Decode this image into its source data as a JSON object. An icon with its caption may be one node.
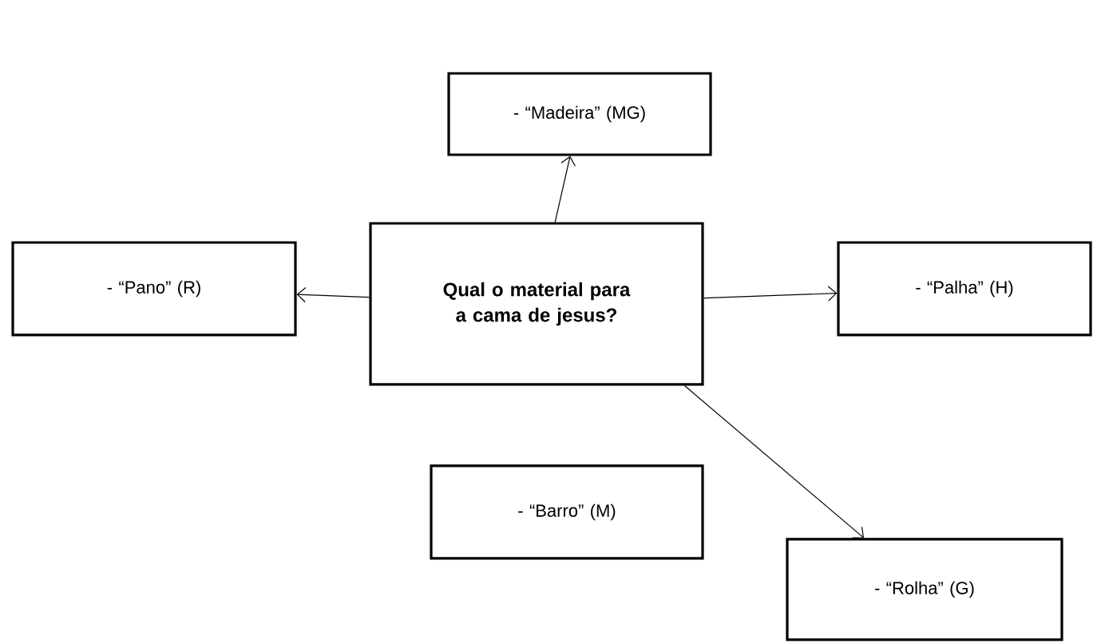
{
  "diagram": {
    "nodes": [
      {
        "text": [
          "Qual o material para a cama de jesus?"
        ]
      },
      {
        "text": [
          "- “Madeira” (MG)"
        ]
      },
      {
        "text": [
          "- “Pano” (R)"
        ]
      },
      {
        "text": [
          "- “Palha” (H)"
        ]
      },
      {
        "text": [
          "- “Barro” (M)"
        ]
      },
      {
        "text": [
          "- “Rolha” (G)"
        ]
      }
    ],
    "edges": [
      {
        "from": 0,
        "to": 1,
        "arrow": "to"
      },
      {
        "from": 0,
        "to": 2,
        "arrow": "to"
      },
      {
        "from": 0,
        "to": 3,
        "arrow": "to"
      },
      {
        "from": 0,
        "to": 5,
        "arrow": "to"
      }
    ]
  }
}
